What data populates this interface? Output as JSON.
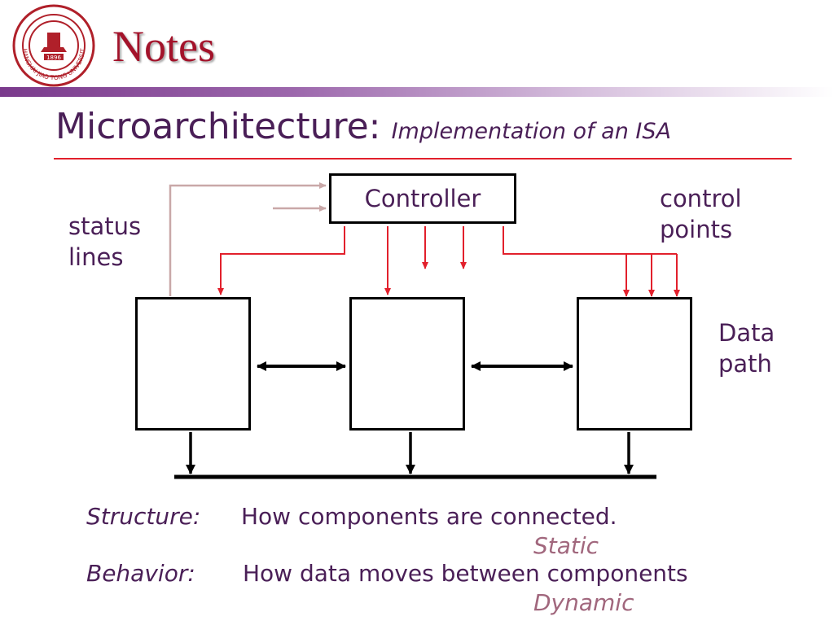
{
  "header": {
    "section_title": "Notes",
    "logo_name": "SHANGHAI JIAO TONG UNIVERSITY",
    "logo_year": "1896"
  },
  "slide": {
    "title_main": "Microarchitecture:",
    "title_sub": "Implementation of an ISA"
  },
  "diagram": {
    "controller_label": "Controller",
    "status_lines_line1": "status",
    "status_lines_line2": "lines",
    "control_points_line1": "control",
    "control_points_line2": "points",
    "data_path_line1": "Data",
    "data_path_line2": "path"
  },
  "footer": {
    "structure_term": "Structure:",
    "structure_desc": "How components are connected.",
    "structure_note": "Static",
    "behavior_term": "Behavior:",
    "behavior_desc": "How data moves between components",
    "behavior_note": "Dynamic"
  },
  "colors": {
    "title_text": "#4a1f57",
    "accent_red": "#e2202c",
    "notes_red": "#a3122a",
    "status_arrow": "#c9a8a8",
    "note_pink": "#a1677d"
  }
}
